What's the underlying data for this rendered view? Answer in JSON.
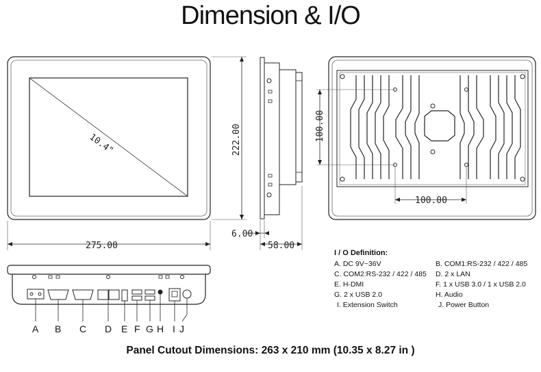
{
  "title": "Dimension & I/O",
  "dimensions": {
    "diagonal": "10.4\"",
    "height": "222.00",
    "width": "275.00",
    "bezel": "6.00",
    "depth": "58.00",
    "vesa_v": "100.00",
    "vesa_h": "100.00"
  },
  "port_letters": [
    "A",
    "B",
    "C",
    "D",
    "E",
    "F",
    "G",
    "H",
    "I",
    "J"
  ],
  "io": {
    "heading": "I / O Definition:",
    "items": [
      "A. DC 9V~36V",
      "B. COM1:RS-232 / 422 / 485",
      "C. COM2:RS-232 / 422 / 485",
      "D. 2 x LAN",
      "E. H-DMI",
      "F. 1 x USB 3.0 / 1 x USB 2.0",
      "G. 2 x USB 2.0",
      "H. Audio",
      "I. Extension Switch",
      "J. Power Button"
    ]
  },
  "cutout": "Panel Cutout Dimensions: 263 x 210 mm (10.35 x 8.27 in )"
}
